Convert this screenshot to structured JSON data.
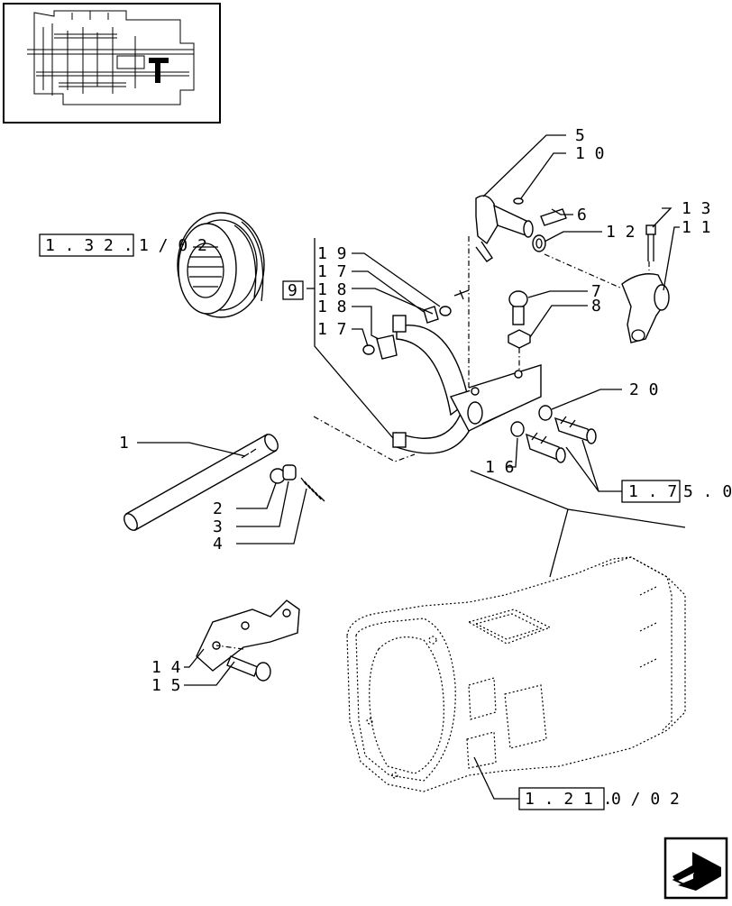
{
  "diagram": {
    "callouts": {
      "c1": "1",
      "c2": "2",
      "c3": "3",
      "c4": "4",
      "c5": "5",
      "c6": "6",
      "c7": "7",
      "c8": "8",
      "c9": "9",
      "c10": "1 0",
      "c11": "1 1",
      "c12": "1 2",
      "c13": "1 3",
      "c14": "1 4",
      "c15": "1 5",
      "c16": "1 6",
      "c17a": "1 7",
      "c17b": "1 7",
      "c18a": "1 8",
      "c18b": "1 8",
      "c19": "1 9",
      "c20": "2 0"
    },
    "references": {
      "ref_1_32": {
        "boxed": "1 . 3 2 .",
        "rest": "1 / 0 2"
      },
      "ref_1_75": {
        "boxed": "1 . 7",
        "rest": "5 . 0"
      },
      "ref_1_21": {
        "boxed": "1 . 2 1 .",
        "rest": "0 / 0 2"
      }
    }
  },
  "nav": {
    "next_page_icon": "arrow-next-page-icon"
  }
}
